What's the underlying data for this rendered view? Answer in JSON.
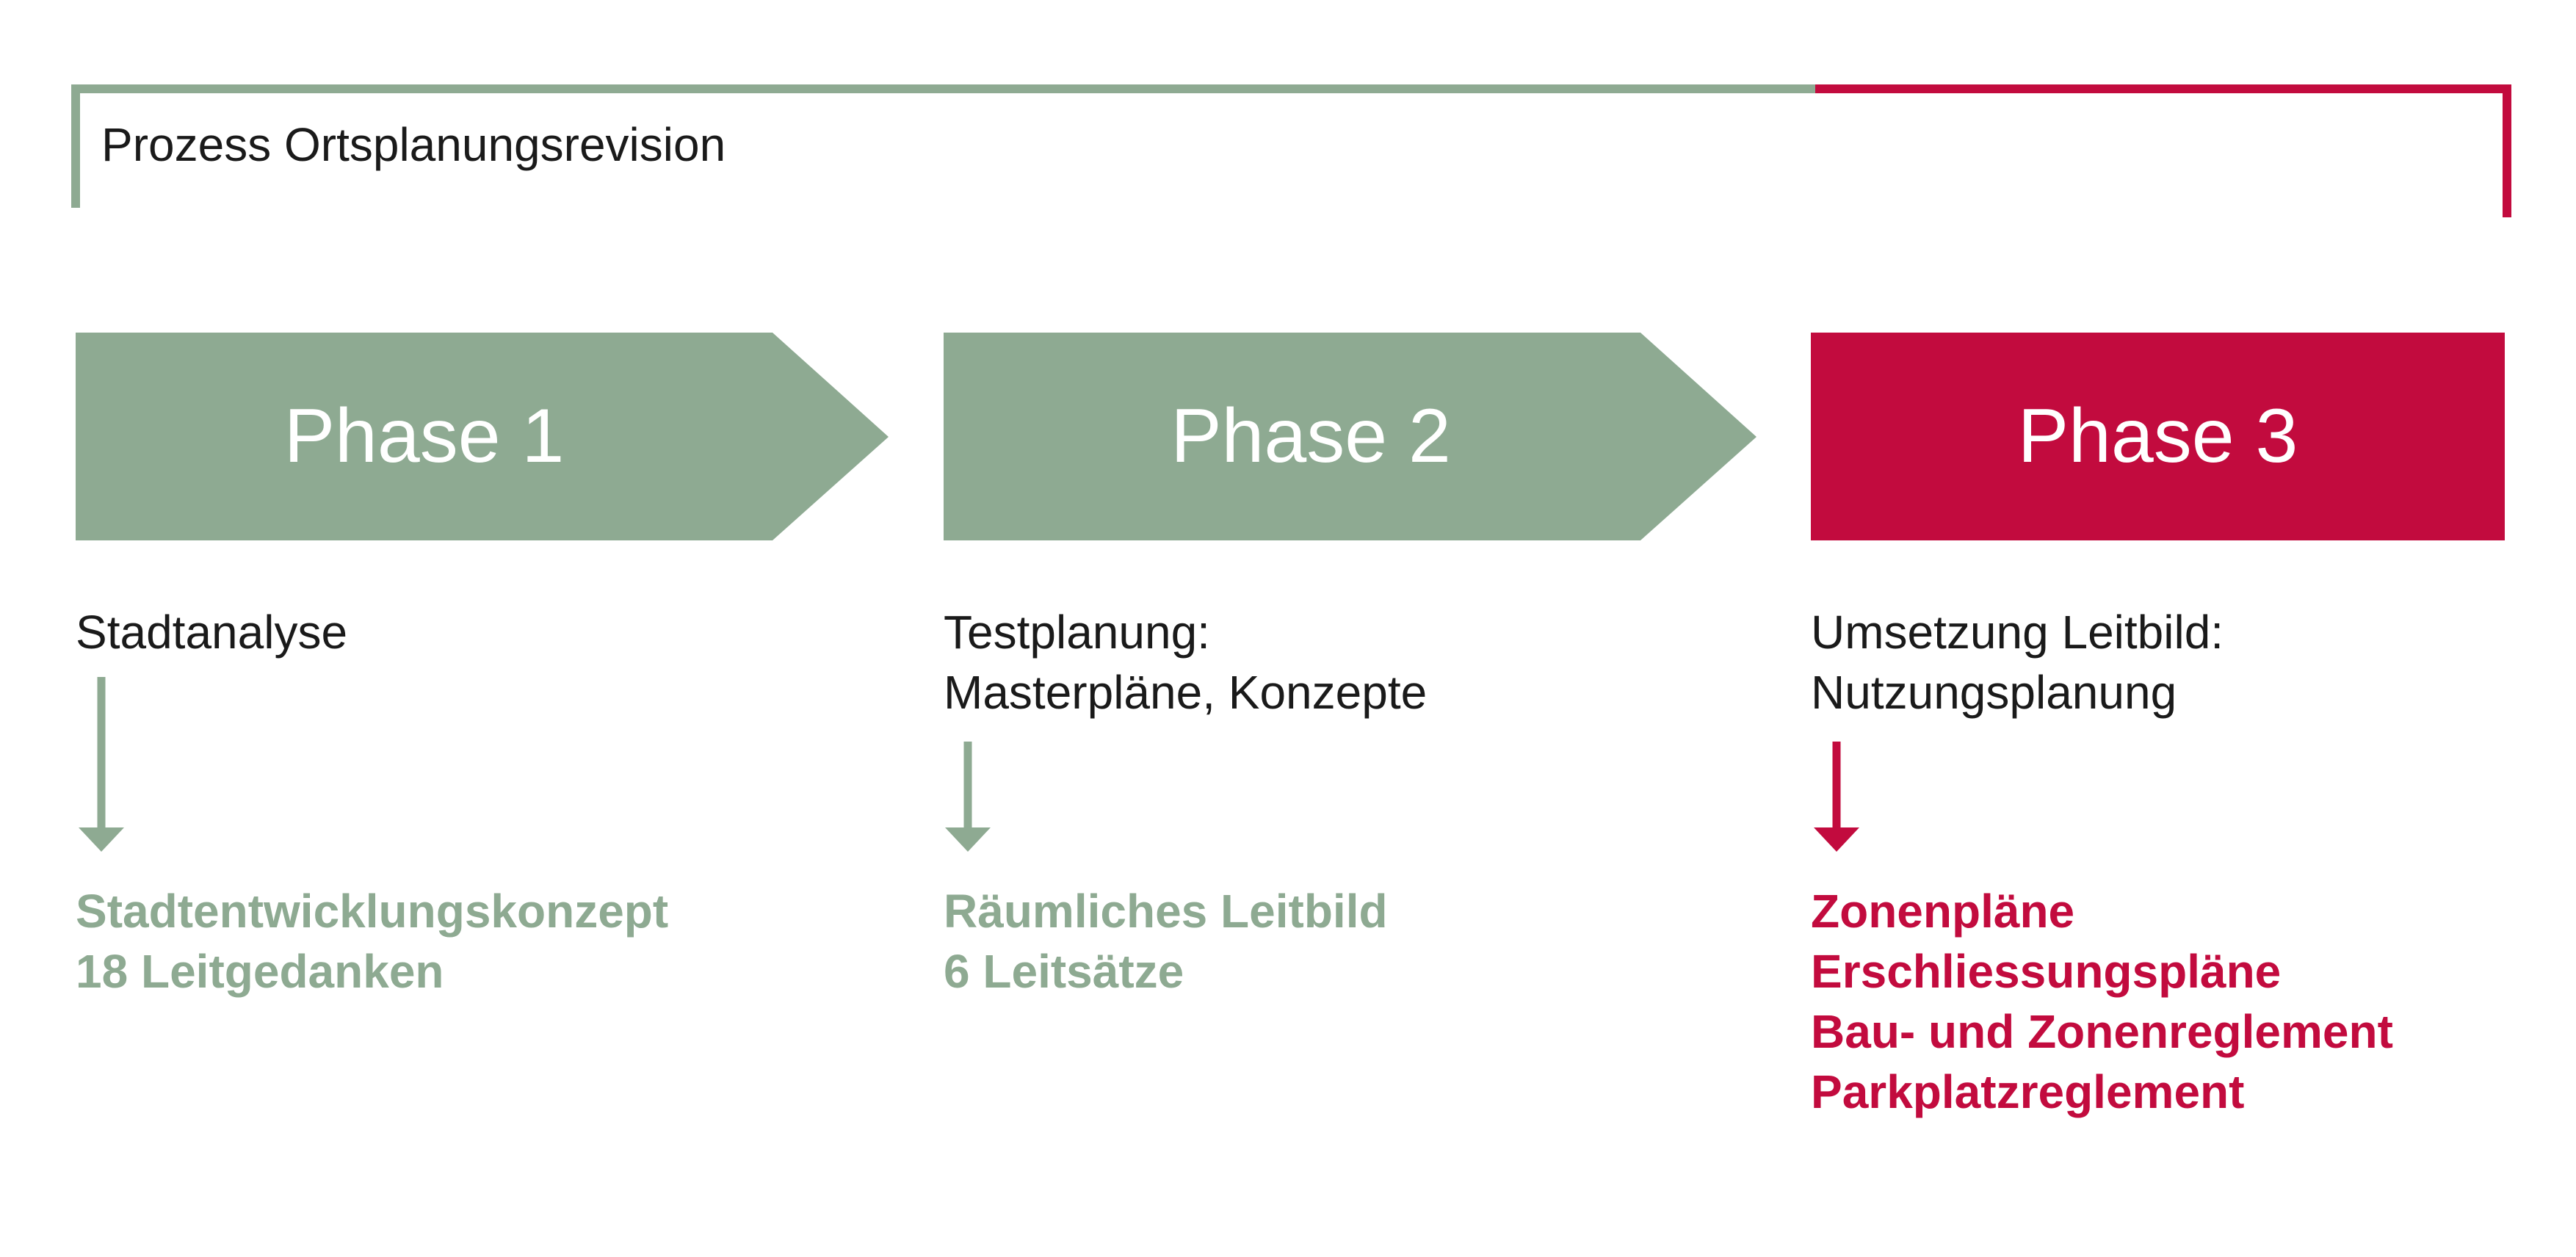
{
  "title": "Prozess Ortsplanungsrevision",
  "colors": {
    "green": "#8eaa92",
    "red": "#c20b3e",
    "text": "#1a1a1a"
  },
  "phases": [
    {
      "label": "Phase 1",
      "description": [
        "Stadtanalyse"
      ],
      "results": [
        "Stadtentwicklungskonzept",
        "18 Leitgedanken"
      ]
    },
    {
      "label": "Phase 2",
      "description": [
        "Testplanung:",
        "Masterpläne, Konzepte"
      ],
      "results": [
        "Räumliches Leitbild",
        "6 Leitsätze"
      ]
    },
    {
      "label": "Phase 3",
      "description": [
        "Umsetzung Leitbild:",
        "Nutzungsplanung"
      ],
      "results": [
        "Zonenpläne",
        "Erschliessungspläne",
        "Bau- und Zonenreglement",
        "Parkplatzreglement"
      ]
    }
  ]
}
